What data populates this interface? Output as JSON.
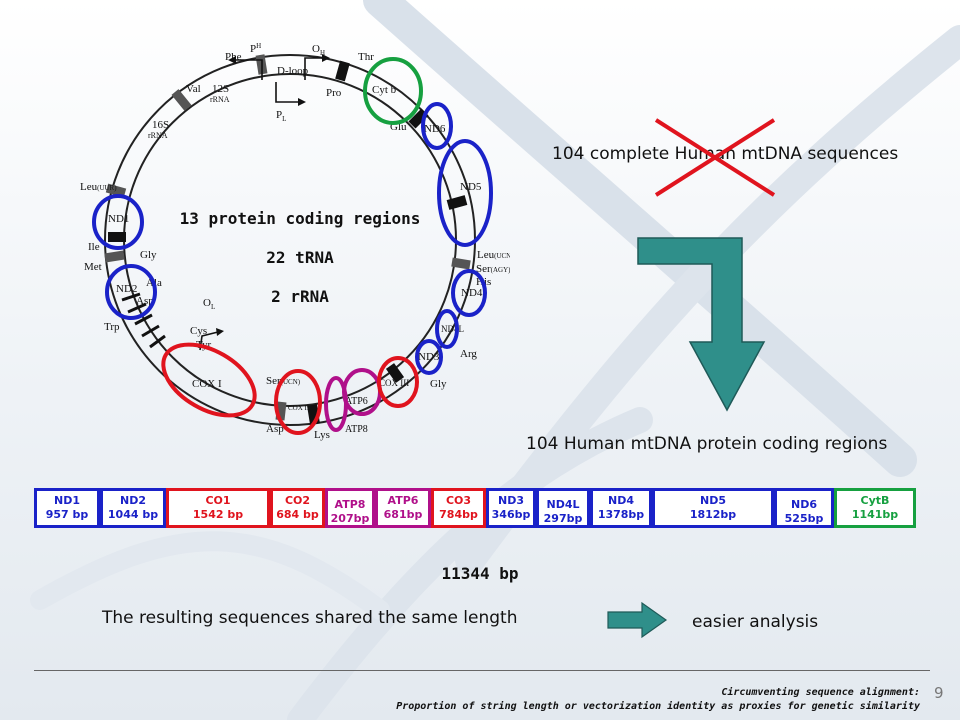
{
  "colors": {
    "blue": "#1a22c8",
    "red": "#e0141e",
    "magenta": "#b0108a",
    "green": "#16a040",
    "teal": "#2f8f8a",
    "cross": "#e0141e"
  },
  "genome_map": {
    "labels": {
      "phe": "Phe",
      "ph": "P",
      "ph_sub": "H",
      "oh": "O",
      "oh_sub": "H",
      "thr": "Thr",
      "val": "Val",
      "r12s": "12S",
      "r12s_sub": "rRNA",
      "dloop": "D-loop",
      "pro": "Pro",
      "pl": "P",
      "pl_sub": "L",
      "cytb": "Cyt b",
      "r16s": "16S",
      "r16s_sub": "rRNA",
      "glu": "Glu",
      "nd6": "ND6",
      "leu_uur": "Leu",
      "leu_uur_sub": "(UUR)",
      "nd1": "ND1",
      "nd5": "ND5",
      "ile": "Ile",
      "gly1": "Gly",
      "leu_ucn": "Leu",
      "leu_ucn_sub": "(UCN)",
      "ser_agy": "Ser",
      "ser_agy_sub": "(AGY)",
      "met": "Met",
      "his": "His",
      "ala": "Ala",
      "nd2": "ND2",
      "nd4": "ND4",
      "asp1": "Asp",
      "ol": "O",
      "ol_sub": "L",
      "trp": "Trp",
      "nd4l": "ND4L",
      "cys": "Cys",
      "tyr": "Tyr",
      "nd3": "ND3",
      "arg": "Arg",
      "cox1": "COX I",
      "ser_ucn": "Ser",
      "ser_ucn_sub": "(UCN)",
      "cox3": "COX III",
      "gly2": "Gly",
      "cox2": "COX II",
      "atp6": "ATP6",
      "asp2": "Asp",
      "lys": "Lys",
      "atp8": "ATP8"
    }
  },
  "center_text": {
    "line1": "13 protein coding regions",
    "line2": "22 tRNA",
    "line3": "2 rRNA"
  },
  "right_text": {
    "complete": "104 complete Human mtDNA sequences",
    "coding": "104 Human mtDNA protein coding regions"
  },
  "segments": [
    {
      "name": "ND1",
      "length": "957 bp",
      "color": "blue"
    },
    {
      "name": "ND2",
      "length": "1044 bp",
      "color": "blue"
    },
    {
      "name": "CO1",
      "length": "1542 bp",
      "color": "red"
    },
    {
      "name": "CO2",
      "length": "684 bp",
      "color": "red"
    },
    {
      "name": "ATP8",
      "length": "207bp",
      "color": "magenta"
    },
    {
      "name": "ATP6",
      "length": "681bp",
      "color": "magenta"
    },
    {
      "name": "CO3",
      "length": "784bp",
      "color": "red"
    },
    {
      "name": "ND3",
      "length": "346bp",
      "color": "blue"
    },
    {
      "name": "ND4L",
      "length": "297bp",
      "color": "blue"
    },
    {
      "name": "ND4",
      "length": "1378bp",
      "color": "blue"
    },
    {
      "name": "ND5",
      "length": "1812bp",
      "color": "blue"
    },
    {
      "name": "ND6",
      "length": "525bp",
      "color": "blue"
    },
    {
      "name": "CytB",
      "length": "1141bp",
      "color": "green"
    }
  ],
  "total_length": "11344 bp",
  "result_text": "The resulting sequences shared the same length",
  "easier_text": "easier analysis",
  "footer": {
    "line1": "Circumventing sequence alignment:",
    "line2": "Proportion of string length or vectorization identity as proxies for genetic similarity"
  },
  "page_number": "9"
}
